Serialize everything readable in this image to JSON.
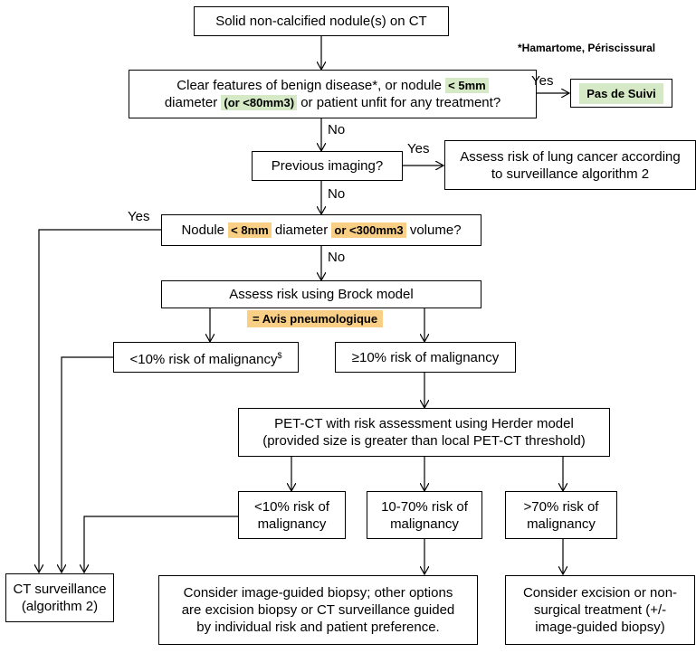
{
  "colors": {
    "green_highlight": "#d6e9c6",
    "orange_highlight": "#f8cf85",
    "line": "#000000"
  },
  "note": "*Hamartome, Périscissural",
  "start": "Solid non-calcified nodule(s) on CT",
  "benign": {
    "l1a": "Clear features of benign disease*, or nodule ",
    "l1b": "< 5mm",
    "l2a": "diameter ",
    "l2b": "(or <80mm3)",
    "l2c": " or patient unfit for any treatment?"
  },
  "no_follow": "Pas de Suivi",
  "previous": "Previous imaging?",
  "assess_alg2": [
    "Assess  risk of lung cancer according",
    "to surveillance algorithm 2"
  ],
  "nodule": {
    "a": "Nodule ",
    "b": "< 8mm",
    "c": " diameter ",
    "d": "or <300mm3",
    "e": " volume?"
  },
  "brock": "Assess risk using Brock model",
  "avis": "= Avis pneumologique",
  "low": {
    "text": "<10% risk of malignancy",
    "sup": "$"
  },
  "high": "≥10% risk of malignancy",
  "pet": [
    "PET-CT with risk assessment using Herder model",
    "(provided size is greater than local PET-CT threshold)"
  ],
  "pet_low": [
    "<10% risk of",
    "malignancy"
  ],
  "pet_mid": [
    "10-70% risk of",
    "malignancy"
  ],
  "pet_high": [
    ">70% risk of",
    "malignancy"
  ],
  "ct_surv": [
    "CT surveillance",
    "(algorithm 2)"
  ],
  "biopsy": [
    "Consider image-guided biopsy; other options",
    "are excision biopsy or CT surveillance guided",
    "by individual risk and patient preference."
  ],
  "excision": [
    "Consider excision or non-",
    "surgical treatment (+/-",
    "image-guided biopsy)"
  ],
  "labels": {
    "yes": "Yes",
    "no": "No"
  }
}
